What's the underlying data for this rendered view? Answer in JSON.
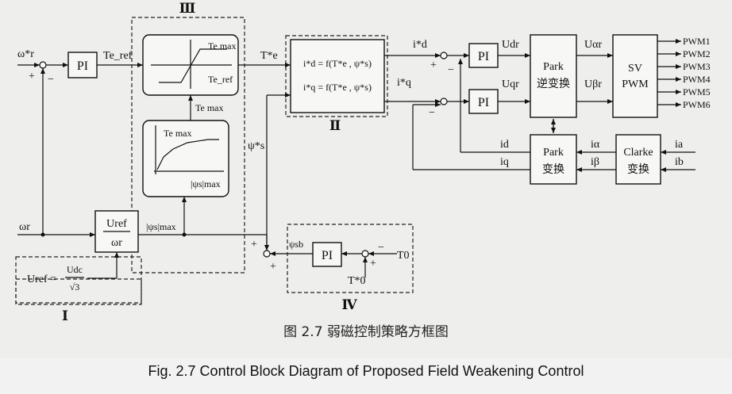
{
  "caption_zh": "图 2.7 弱磁控制策略方框图",
  "caption_en": "Fig. 2.7 Control Block Diagram of Proposed Field Weakening Control",
  "blocks": {
    "pi": "PI",
    "park_inv_1": "Park",
    "park_inv_2": "逆变换",
    "park_1": "Park",
    "park_2": "变换",
    "clarke_1": "Clarke",
    "clarke_2": "变换",
    "svpwm_1": "SV",
    "svpwm_2": "PWM",
    "calc_id": "i*d = f(T*e , ψ*s)",
    "calc_iq": "i*q = f(T*e , ψ*s)",
    "ratio_num": "Uref",
    "ratio_den": "ωr",
    "uref_lhs": "Uref =",
    "uref_num": "Udc",
    "uref_den": "√3"
  },
  "labels": {
    "omega_ref": "ω*r",
    "omega_r": "ωr",
    "te_ref": "Te_ref",
    "te_star": "T*e",
    "te_max": "Te max",
    "psi_s_star": "ψ*s",
    "psi_s_max": "|ψs|max",
    "psi_sb": "ψsb",
    "t0": "T0",
    "t0_star": "T*0",
    "id_star": "i*d",
    "iq_star": "i*q",
    "udr": "Udr",
    "uqr": "Uqr",
    "ualpha": "Uαr",
    "ubeta": "Uβr",
    "id": "id",
    "iq": "iq",
    "ialpha": "iα",
    "ibeta": "iβ",
    "ia": "ia",
    "ib": "ib",
    "plus": "+",
    "minus": "−"
  },
  "pwm_outputs": [
    "PWM1",
    "PWM2",
    "PWM3",
    "PWM4",
    "PWM5",
    "PWM6"
  ],
  "regions": [
    "Ⅰ",
    "Ⅱ",
    "Ⅲ",
    "Ⅳ"
  ]
}
